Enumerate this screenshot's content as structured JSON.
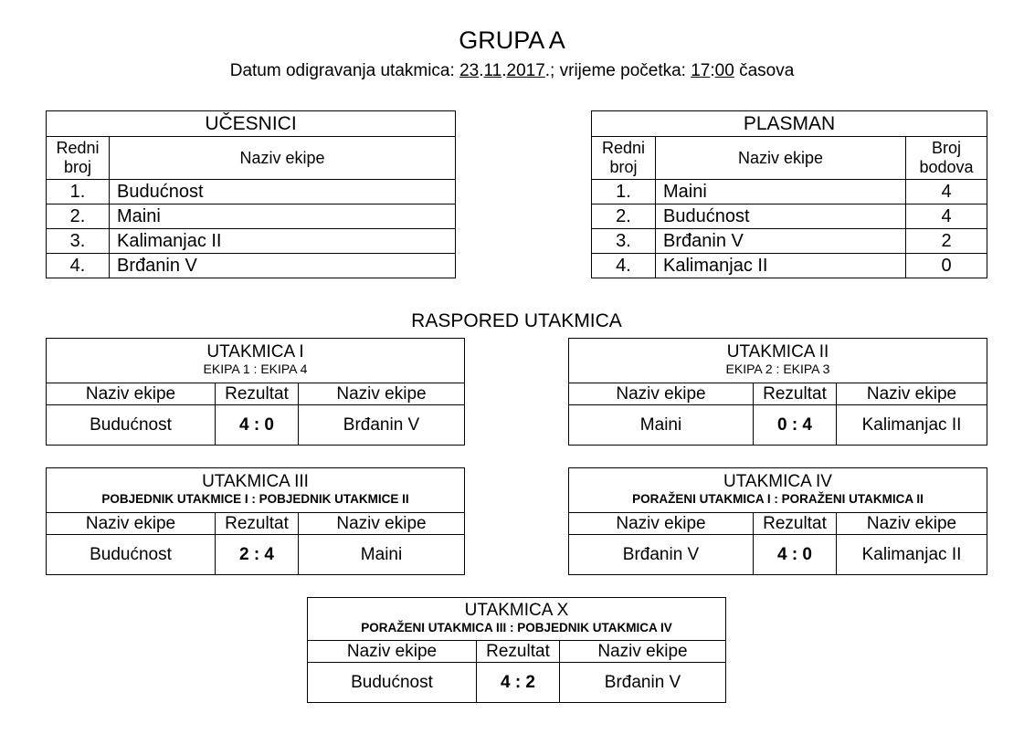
{
  "title": "GRUPA A",
  "dateline": {
    "prefix": "Datum odigravanja utakmica: ",
    "day": "23",
    "month": "11",
    "year": "2017",
    "mid": ".; vrijeme početka: ",
    "hour": "17",
    "minute": "00",
    "suffix": " časova"
  },
  "ucesnici": {
    "caption": "UČESNICI",
    "col_rank": "Redni broj",
    "col_name": "Naziv ekipe",
    "rows": [
      {
        "rank": "1.",
        "name": "Budućnost"
      },
      {
        "rank": "2.",
        "name": "Maini"
      },
      {
        "rank": "3.",
        "name": "Kalimanjac II"
      },
      {
        "rank": "4.",
        "name": "Brđanin V"
      }
    ]
  },
  "plasman": {
    "caption": "PLASMAN",
    "col_rank": "Redni broj",
    "col_name": "Naziv ekipe",
    "col_points": "Broj bodova",
    "rows": [
      {
        "rank": "1.",
        "name": "Maini",
        "points": "4"
      },
      {
        "rank": "2.",
        "name": "Budućnost",
        "points": "4"
      },
      {
        "rank": "3.",
        "name": "Brđanin V",
        "points": "2"
      },
      {
        "rank": "4.",
        "name": "Kalimanjac II",
        "points": "0"
      }
    ]
  },
  "raspored_title": "RASPORED UTAKMICA",
  "col_team": "Naziv ekipe",
  "col_result": "Rezultat",
  "matches": [
    {
      "title": "UTAKMICA  I",
      "subtitle": "EKIPA 1  :  EKIPA 4",
      "home": "Budućnost",
      "score": "4 : 0",
      "away": "Brđanin V"
    },
    {
      "title": "UTAKMICA  II",
      "subtitle": "EKIPA 2  :  EKIPA 3",
      "home": "Maini",
      "score": "0 : 4",
      "away": "Kalimanjac II"
    },
    {
      "title": "UTAKMICA  III",
      "subtitle": "POBJEDNIK UTAKMICE I : POBJEDNIK UTAKMICE II",
      "home": "Budućnost",
      "score": "2 : 4",
      "away": "Maini"
    },
    {
      "title": "UTAKMICA  IV",
      "subtitle": "PORAŽENI UTAKMICA I : PORAŽENI UTAKMICA II",
      "home": "Brđanin V",
      "score": "4 : 0",
      "away": "Kalimanjac II"
    },
    {
      "title": "UTAKMICA  X",
      "subtitle": "PORAŽENI UTAKMICA III :  POBJEDNIK UTAKMICA IV",
      "home": "Budućnost",
      "score": "4 : 2",
      "away": "Brđanin V"
    }
  ]
}
